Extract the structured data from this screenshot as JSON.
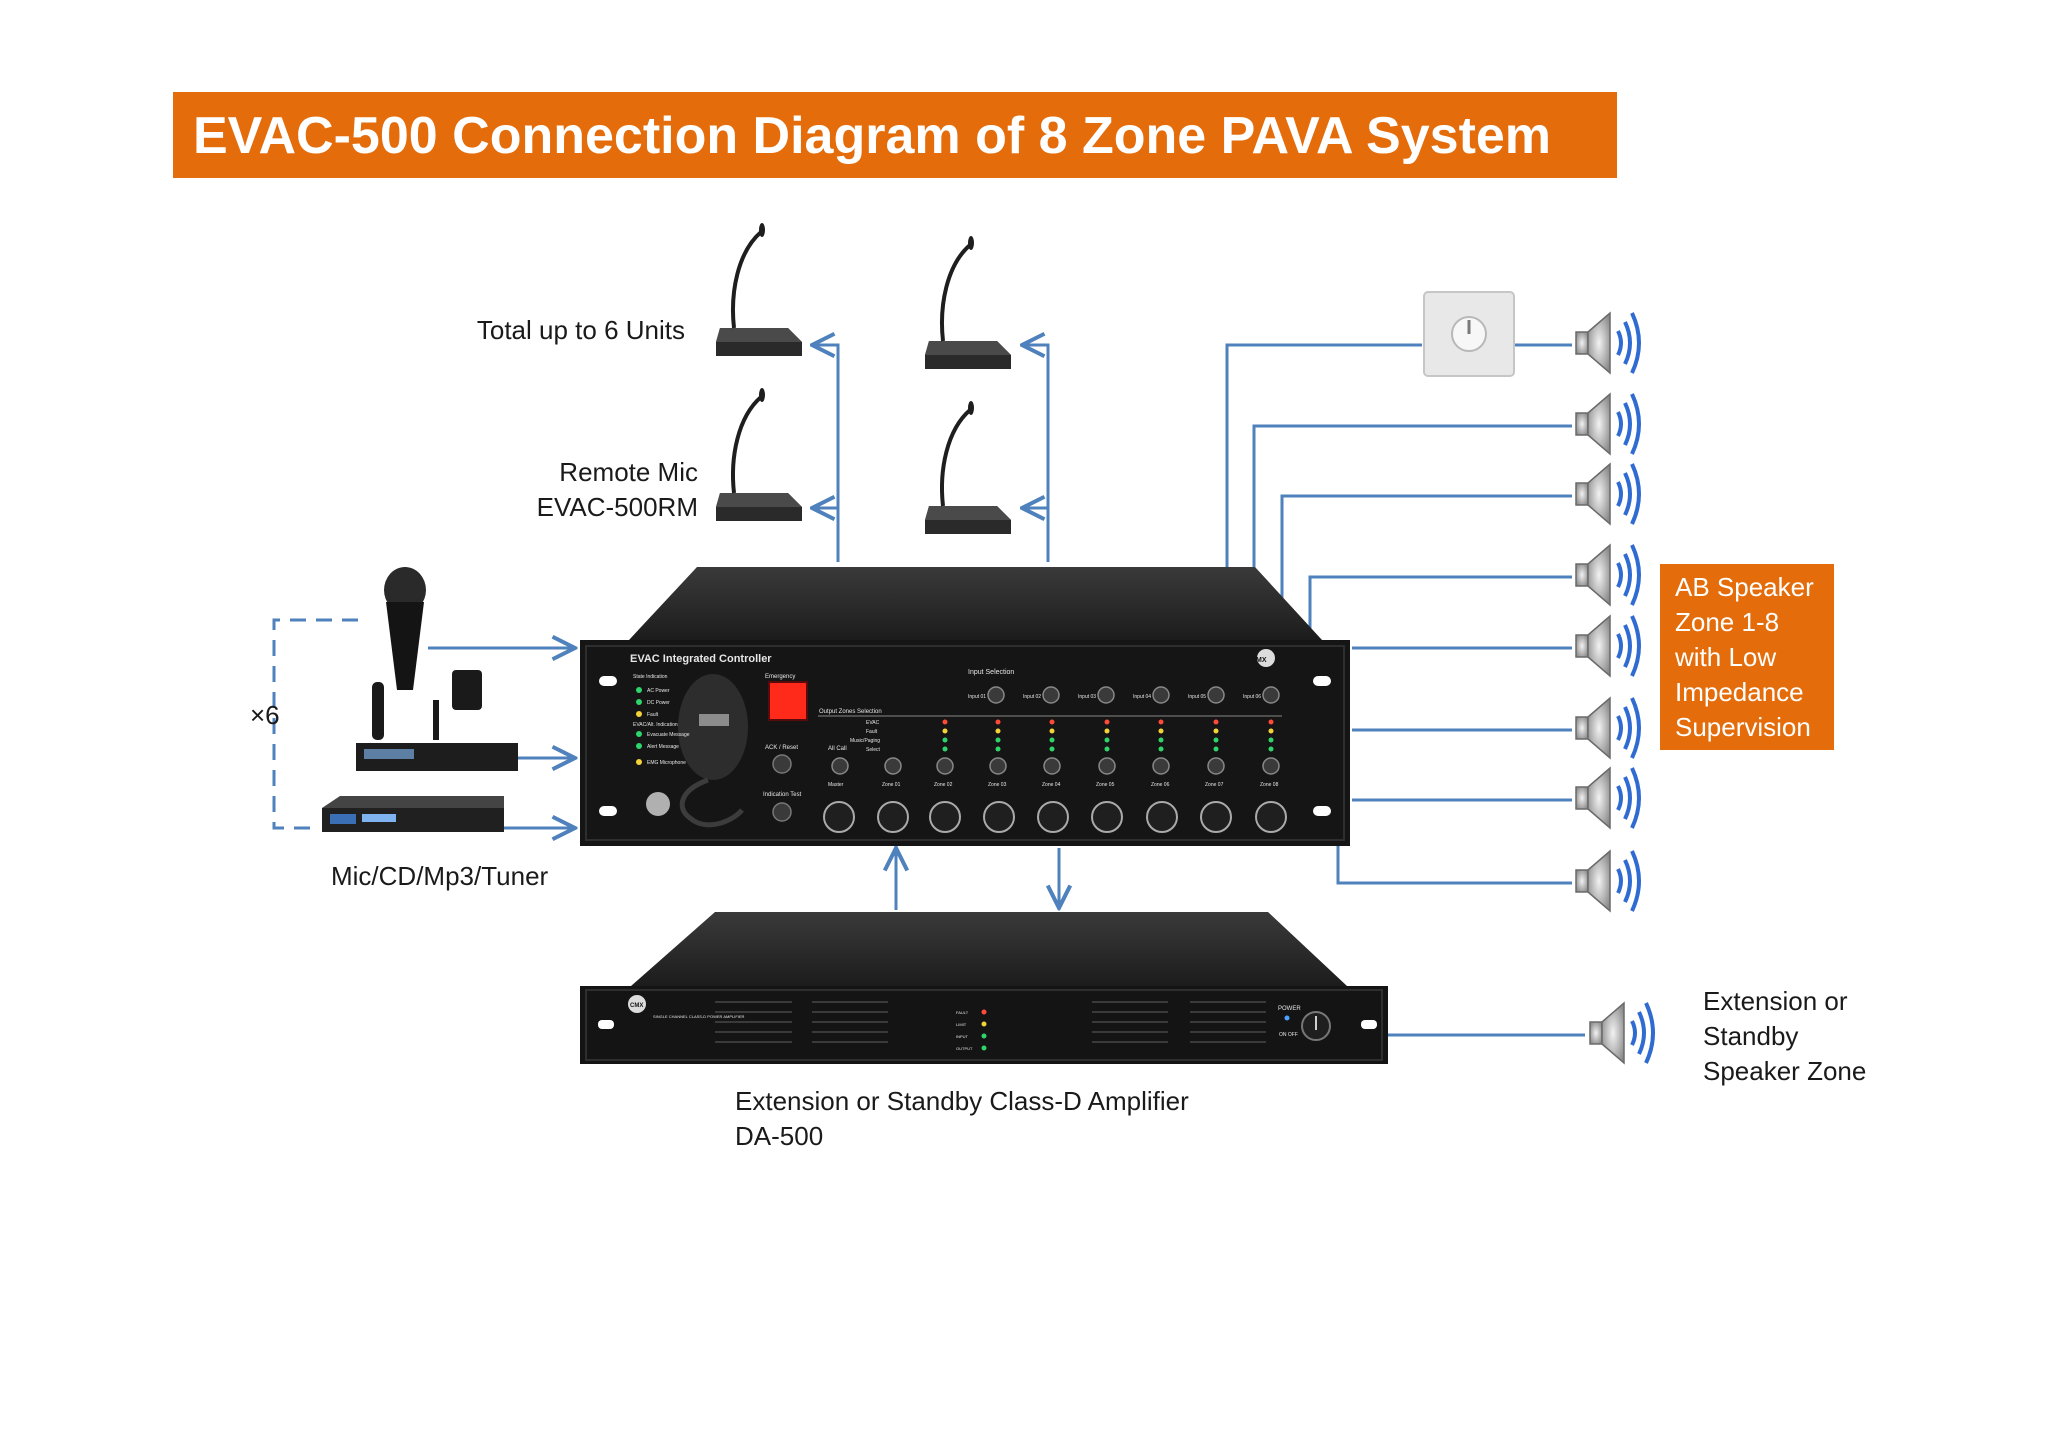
{
  "title": "EVAC-500 Connection Diagram of 8 Zone PAVA System",
  "labels": {
    "total_units": "Total up to 6 Units",
    "remote_mic_line1": "Remote Mic",
    "remote_mic_line2": "EVAC-500RM",
    "sources": "Mic/CD/Mp3/Tuner",
    "multiplier": "×6",
    "amp_line1": "Extension or Standby  Class-D Amplifier",
    "amp_line2": "DA-500",
    "ext_line1": "Extension or",
    "ext_line2": "Standby",
    "ext_line3": "Speaker Zone"
  },
  "ab_box": {
    "line1": "AB Speaker",
    "line2": "Zone 1-8",
    "line3": "with Low",
    "line4": "Impedance",
    "line5": "Supervision"
  },
  "controller": {
    "name": "EVAC Integrated Controller",
    "brand": "CMX",
    "emergency_label": "Emergency",
    "state_indication": "State Indication",
    "state_items": [
      "AC Power",
      "DC Power",
      "Fault"
    ],
    "evac_indication": "EVAC/Alt. Indication",
    "evac_items": [
      "Evacuate Message",
      "Alert Message"
    ],
    "emg_label": "EMG Microphone",
    "ack_reset": "ACK / Reset",
    "indication_test": "Indication Test",
    "all_call": "All Call",
    "input_selection": "Input Selection",
    "inputs": [
      "Input 01",
      "Input 02",
      "Input 03",
      "Input 04",
      "Input 05",
      "Input 06"
    ],
    "output_zones": "Output Zones Selection",
    "zone_status": [
      "EVAC",
      "Fault",
      "Music/Paging",
      "Select"
    ],
    "knobs": [
      "Master",
      "Zone 01",
      "Zone 02",
      "Zone 03",
      "Zone 04",
      "Zone 05",
      "Zone 06",
      "Zone 07",
      "Zone 08"
    ]
  },
  "amplifier": {
    "brand": "CMX",
    "model_text": "SINGLE CHANNEL CLASS-D POWER AMPLIFIER",
    "indicators": [
      "FAULT",
      "LIMIT",
      "INPUT",
      "OUTPUT"
    ],
    "power_label": "POWER",
    "on_off": "ON OFF"
  },
  "colors": {
    "accent": "#e46c0a",
    "connector": "#4f81bd",
    "device": "#1e1e1e"
  }
}
